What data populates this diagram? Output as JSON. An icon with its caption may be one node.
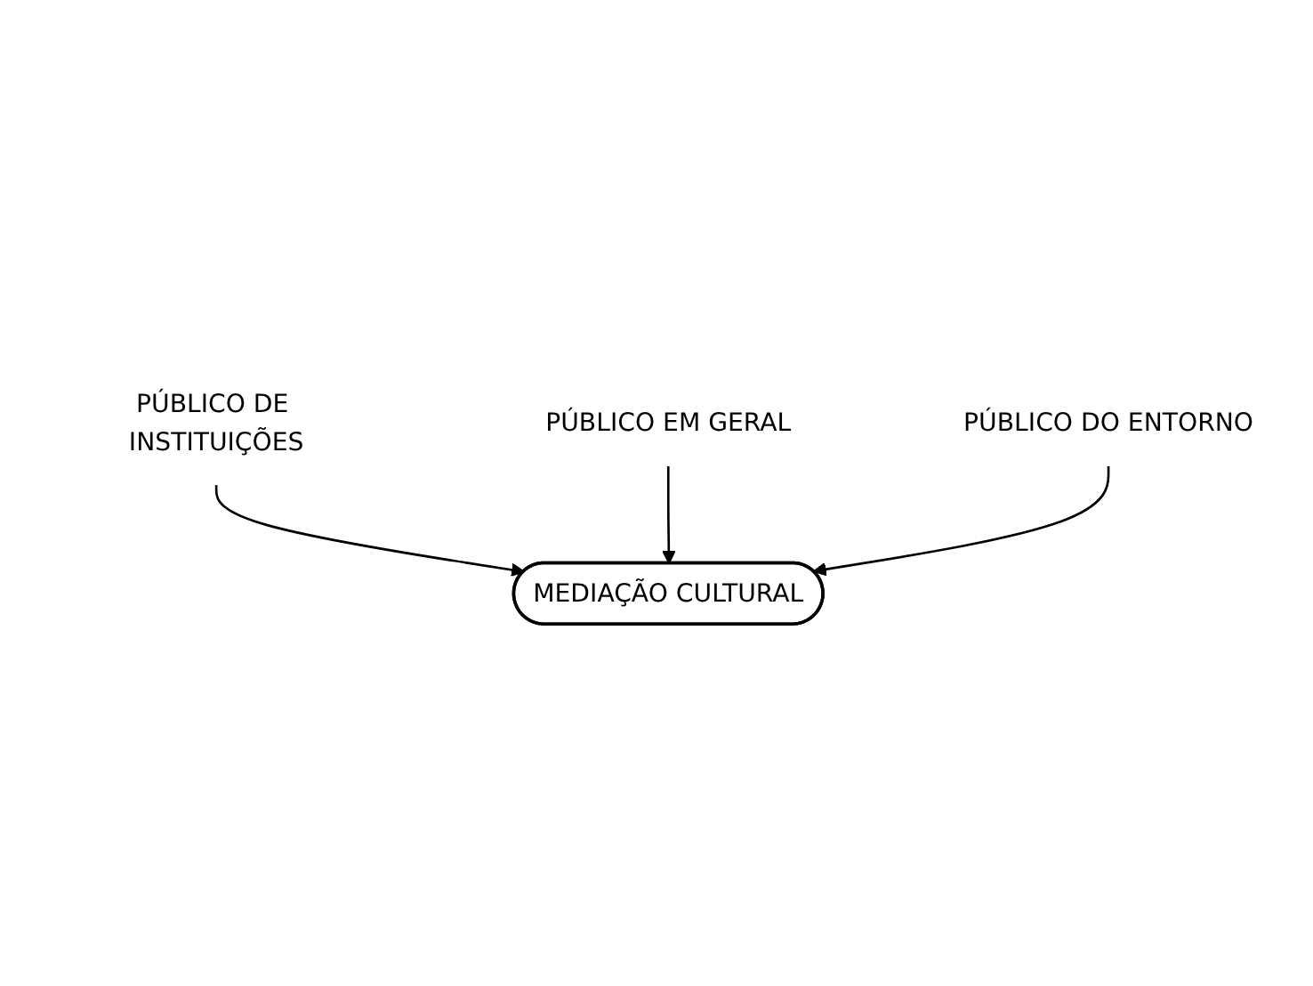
{
  "diagram": {
    "nodes": [
      {
        "text": [
          "MEDIAÇÃO CULTURAL"
        ]
      },
      {
        "text": [
          "PÚBLICO DE INSTITUIÇÕES"
        ]
      },
      {
        "text": [
          "PÚBLICO EM GERAL"
        ]
      },
      {
        "text": [
          "PÚBLICO DO ENTORNO"
        ]
      }
    ],
    "edges": [
      {
        "from": 1,
        "to": 0,
        "arrow": "to"
      },
      {
        "from": 2,
        "to": 0,
        "arrow": "to"
      },
      {
        "from": 3,
        "to": 0,
        "arrow": "to"
      }
    ]
  }
}
